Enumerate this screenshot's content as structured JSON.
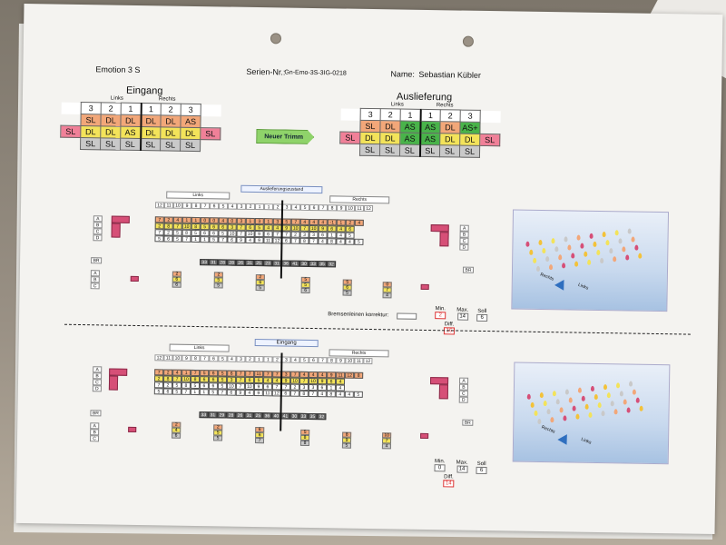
{
  "header": {
    "model": "Emotion 3 S",
    "serial_label": "Serien-Nr.:",
    "serial_value": "Gn-Emo-3S-3IG-0218",
    "name_label": "Name:",
    "name_value": "Sebastian Kübler"
  },
  "eingang": {
    "title": "Eingang",
    "links_label": "Links",
    "rechts_label": "Rechts",
    "cols": [
      "3",
      "2",
      "1",
      "1",
      "2",
      "3"
    ],
    "rows": [
      {
        "side_l": "",
        "cells": [
          "SL",
          "DL",
          "DL",
          "DL",
          "DL",
          "AS"
        ],
        "side_r": ""
      },
      {
        "side_l": "SL",
        "cells": [
          "DL",
          "DL",
          "AS",
          "DL",
          "DL",
          "DL"
        ],
        "side_r": "SL"
      },
      {
        "side_l": "",
        "cells": [
          "SL",
          "SL",
          "SL",
          "SL",
          "SL",
          "SL"
        ],
        "side_r": ""
      }
    ]
  },
  "auslieferung": {
    "title": "Auslieferung",
    "links_label": "Links",
    "rechts_label": "Rechts",
    "cols": [
      "3",
      "2",
      "1",
      "1",
      "2",
      "3"
    ],
    "rows": [
      {
        "side_l": "",
        "cells": [
          "SL",
          "DL",
          "AS",
          "AS",
          "DL",
          "AS+"
        ],
        "side_r": ""
      },
      {
        "side_l": "SL",
        "cells": [
          "DL",
          "DL",
          "AS",
          "AS",
          "DL",
          "DL"
        ],
        "side_r": "SL"
      },
      {
        "side_l": "",
        "cells": [
          "SL",
          "SL",
          "SL",
          "SL",
          "SL",
          "SL"
        ],
        "side_r": ""
      }
    ]
  },
  "neuer_trimm_button": "Neuer Trimm",
  "top_section": {
    "center_label": "Auslieferungszustand",
    "links_label": "Links",
    "rechts_label": "Rechts",
    "col_numbers": [
      "12",
      "11",
      "10",
      "9",
      "8",
      "7",
      "6",
      "5",
      "4",
      "3",
      "2",
      "1",
      "1",
      "2",
      "3",
      "4",
      "5",
      "6",
      "7",
      "8",
      "9",
      "10",
      "11",
      "12"
    ],
    "row_labels": [
      "A",
      "B",
      "C",
      "D"
    ],
    "rows": [
      [
        "7",
        "2",
        "4",
        "1",
        "1",
        "0",
        "0",
        "4",
        "0",
        "3",
        "1",
        "3",
        "1",
        "3",
        "5",
        "7",
        "4",
        "4",
        "4",
        "-1",
        "1",
        "2",
        "4"
      ],
      [
        "2",
        "8",
        "7",
        "10",
        "8",
        "5",
        "6",
        "6",
        "3",
        "7",
        "6",
        "5",
        "4",
        "4",
        "9",
        "10",
        "7",
        "10",
        "9",
        "6",
        "4",
        "6"
      ],
      [
        "7",
        "2",
        "5",
        "8",
        "5",
        "6",
        "6",
        "5",
        "10",
        "7",
        "10",
        "9",
        "6",
        "7",
        "7",
        "2",
        "3",
        "3",
        "6",
        "1",
        "4",
        "5"
      ],
      [
        "5",
        "6",
        "5",
        "7",
        "1",
        "1",
        "5",
        "7",
        "6",
        "9",
        "4",
        "9",
        "11",
        "12",
        "6",
        "7",
        "8",
        "7",
        "4",
        "8",
        "4",
        "4",
        "5"
      ]
    ],
    "bottom_numbers": [
      "33",
      "31",
      "28",
      "28",
      "26",
      "31",
      "25",
      "23",
      "31",
      "36",
      "41",
      "30",
      "33",
      "35",
      "32"
    ],
    "br_label": "BR",
    "brake_label": "Bremsenleinen korrektur:",
    "min_label": "Min.",
    "min_value": "2",
    "max_label": "Max.",
    "max_value": "14",
    "soll_label": "Soll",
    "soll_value": "6",
    "diff_label": "Diff.",
    "diff_value": "16",
    "chart_links": "Links",
    "chart_rechts": "Rechts"
  },
  "bottom_section": {
    "center_label": "Eingang",
    "links_label": "Links",
    "rechts_label": "Rechts",
    "col_numbers": [
      "12",
      "11",
      "10",
      "9",
      "8",
      "7",
      "6",
      "5",
      "4",
      "3",
      "2",
      "1",
      "1",
      "2",
      "3",
      "4",
      "5",
      "6",
      "7",
      "8",
      "9",
      "10",
      "11",
      "12"
    ],
    "row_labels": [
      "A",
      "B",
      "C",
      "D"
    ],
    "rows": [
      [
        "7",
        "2",
        "4",
        "1",
        "7",
        "5",
        "6",
        "5",
        "6",
        "7",
        "7",
        "11",
        "7",
        "7",
        "3",
        "7",
        "4",
        "4",
        "4",
        "9",
        "11",
        "12",
        "8"
      ],
      [
        "2",
        "8",
        "7",
        "10",
        "8",
        "6",
        "6",
        "5",
        "3",
        "7",
        "6",
        "5",
        "4",
        "4",
        "9",
        "10",
        "7",
        "10",
        "9",
        "6",
        "4"
      ],
      [
        "7",
        "2",
        "5",
        "8",
        "5",
        "6",
        "6",
        "5",
        "10",
        "7",
        "10",
        "9",
        "6",
        "7",
        "7",
        "2",
        "3",
        "3",
        "6",
        "1",
        "4"
      ],
      [
        "5",
        "6",
        "5",
        "7",
        "1",
        "1",
        "5",
        "7",
        "6",
        "9",
        "4",
        "9",
        "11",
        "12",
        "6",
        "7",
        "8",
        "7",
        "4",
        "8",
        "4",
        "4",
        "5"
      ]
    ],
    "bottom_numbers": [
      "33",
      "31",
      "29",
      "28",
      "26",
      "31",
      "25",
      "36",
      "40",
      "41",
      "30",
      "33",
      "35",
      "32"
    ],
    "br_label": "BR",
    "min_label": "Min.",
    "min_value": "0",
    "max_label": "Max.",
    "max_value": "14",
    "soll_label": "Soll",
    "soll_value": "6",
    "diff_label": "Diff.",
    "diff_value": "14",
    "chart_links": "Links",
    "chart_rechts": "Rechts"
  },
  "colors": {
    "sl": "#f08098",
    "dl": "#f2a779",
    "as_yellow": "#f3e35a",
    "as_green": "#49b34a",
    "grey": "#c9c9c9",
    "pink_block": "#d64f77"
  }
}
